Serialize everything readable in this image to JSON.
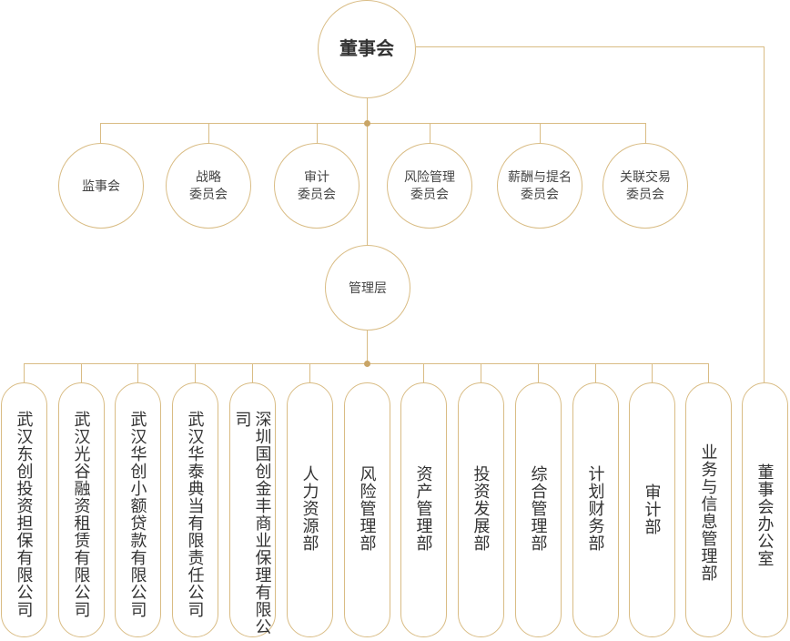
{
  "board": "董事会",
  "committees": [
    {
      "line1": "监事会",
      "line2": ""
    },
    {
      "line1": "战略",
      "line2": "委员会"
    },
    {
      "line1": "审计",
      "line2": "委员会"
    },
    {
      "line1": "风险管理",
      "line2": "委员会"
    },
    {
      "line1": "薪酬与提名",
      "line2": "委员会"
    },
    {
      "line1": "关联交易",
      "line2": "委员会"
    }
  ],
  "management": "管理层",
  "departments": [
    "武汉东创投资担保有限公司",
    "武汉光谷融资租赁有限公司",
    "武汉华创小额贷款有限公司",
    "武汉华泰典当有限责任公司",
    "深圳国创金丰商业保理有限公司",
    "人力资源部",
    "风险管理部",
    "资产管理部",
    "投资发展部",
    "综合管理部",
    "计划财务部",
    "审计部",
    "业务与信息管理部"
  ],
  "board_office": "董事会办公室",
  "colors": {
    "line": "#d9bc84",
    "dot": "#c9a566",
    "text": "#333333"
  }
}
